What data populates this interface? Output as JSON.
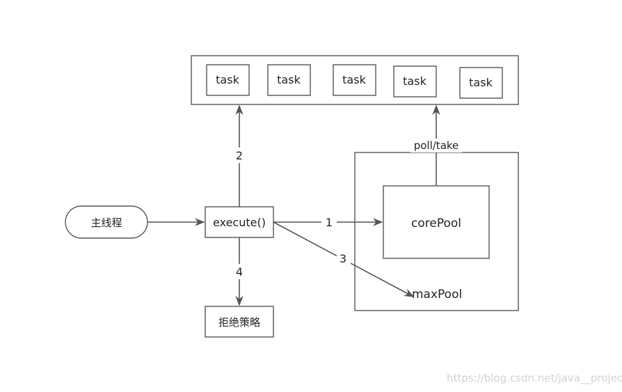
{
  "queue": {
    "tasks": [
      "task",
      "task",
      "task",
      "task",
      "task"
    ]
  },
  "nodes": {
    "main_thread": "主线程",
    "execute": "execute()",
    "reject": "拒绝策略",
    "core_pool": "corePool",
    "max_pool": "maxPool"
  },
  "edges": {
    "to_core": "1",
    "to_queue": "2",
    "to_max": "3",
    "to_reject": "4",
    "poll_take": "poll/take"
  },
  "watermark": "https://blog.csdn.net/java__project"
}
